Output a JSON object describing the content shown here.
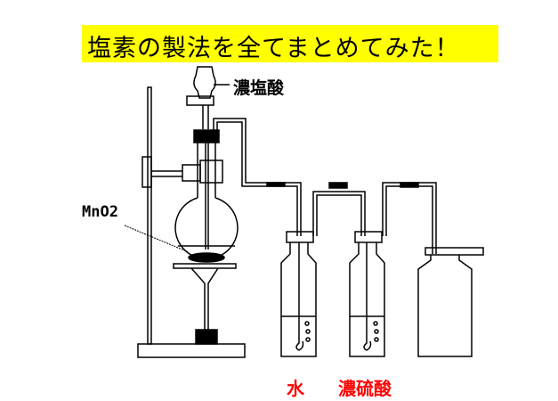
{
  "title": "塩素の製法を全てまとめてみた！",
  "labels": {
    "hcl": "濃塩酸",
    "mno2": "MnO2",
    "water": "水",
    "sulfuric": "濃硫酸"
  },
  "colors": {
    "title_bg": "#ffff00",
    "reagent_label": "#ff0000"
  }
}
